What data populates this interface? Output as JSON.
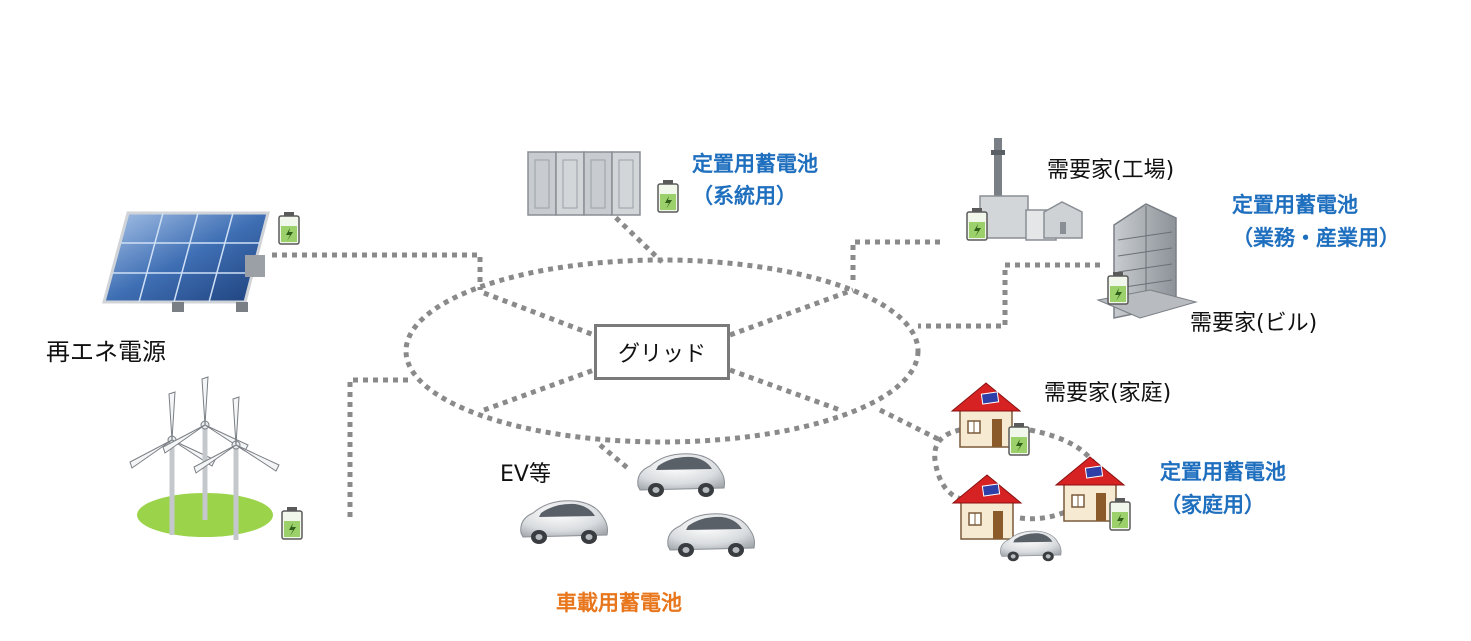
{
  "center": {
    "label": "グリッド"
  },
  "renewable": {
    "label": "再エネ電源"
  },
  "storage_grid": {
    "line1": "定置用蓄電池",
    "line2": "（系統用）"
  },
  "factory": {
    "label": "需要家(工場)"
  },
  "storage_business": {
    "line1": "定置用蓄電池",
    "line2": "（業務・産業用）"
  },
  "building": {
    "label": "需要家(ビル)"
  },
  "household": {
    "label": "需要家(家庭)"
  },
  "storage_home": {
    "line1": "定置用蓄電池",
    "line2": "（家庭用）"
  },
  "ev": {
    "label": "EV等"
  },
  "storage_vehicle": {
    "label": "車載用蓄電池"
  },
  "colors": {
    "blue_label": "#1f6fbf",
    "orange_label": "#e8761c",
    "connector": "#8a8a8a"
  }
}
